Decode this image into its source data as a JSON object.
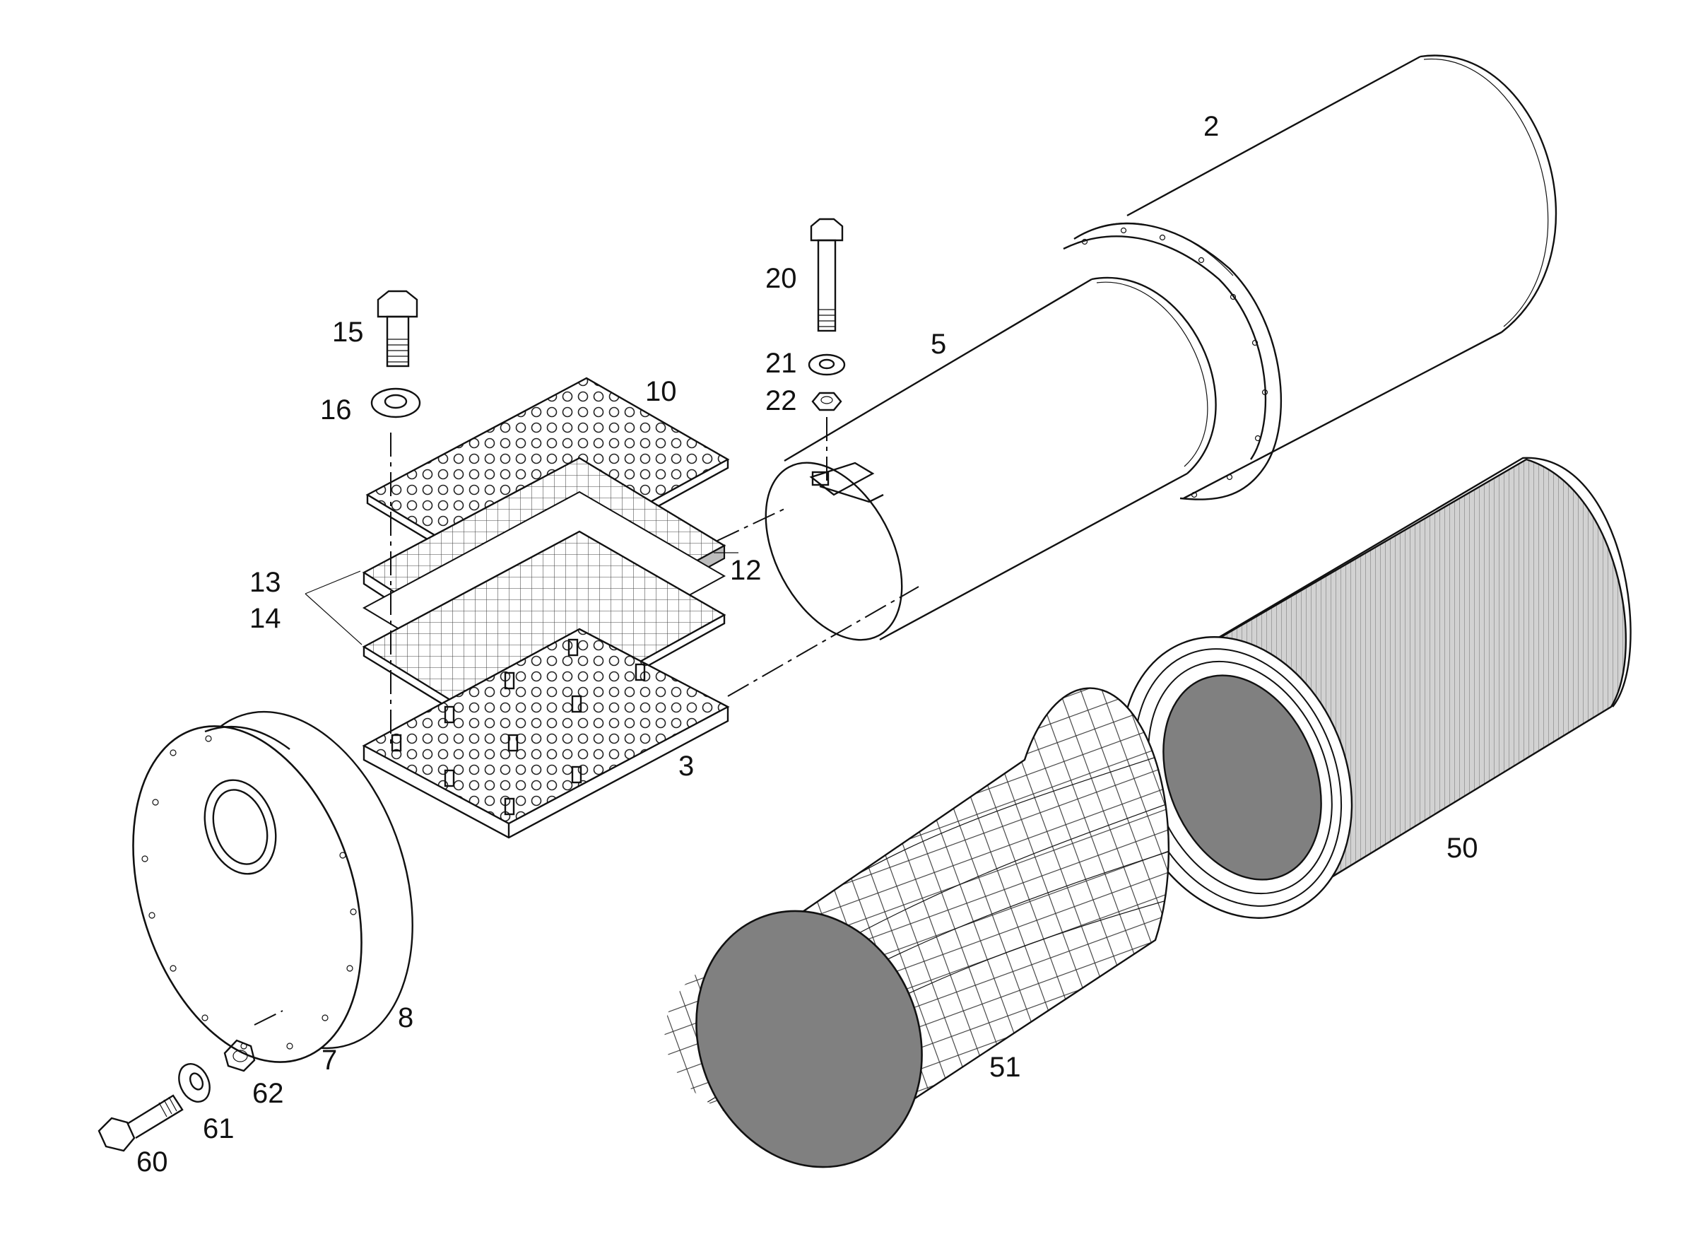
{
  "diagram": {
    "callouts": [
      {
        "id": "2",
        "text": "2"
      },
      {
        "id": "3",
        "text": "3"
      },
      {
        "id": "5",
        "text": "5"
      },
      {
        "id": "7",
        "text": "7"
      },
      {
        "id": "8",
        "text": "8"
      },
      {
        "id": "10",
        "text": "10"
      },
      {
        "id": "12",
        "text": "12"
      },
      {
        "id": "13",
        "text": "13"
      },
      {
        "id": "14",
        "text": "14"
      },
      {
        "id": "15",
        "text": "15"
      },
      {
        "id": "16",
        "text": "16"
      },
      {
        "id": "20",
        "text": "20"
      },
      {
        "id": "21",
        "text": "21"
      },
      {
        "id": "22",
        "text": "22"
      },
      {
        "id": "50",
        "text": "50"
      },
      {
        "id": "51",
        "text": "51"
      },
      {
        "id": "60",
        "text": "60"
      },
      {
        "id": "61",
        "text": "61"
      },
      {
        "id": "62",
        "text": "62"
      }
    ],
    "colors": {
      "line": "#111111",
      "background": "#ffffff",
      "filter-core-fill": "#808080",
      "pleat-fill": "#c8c8c8",
      "gasket-fill": "#bdbdbd"
    }
  }
}
